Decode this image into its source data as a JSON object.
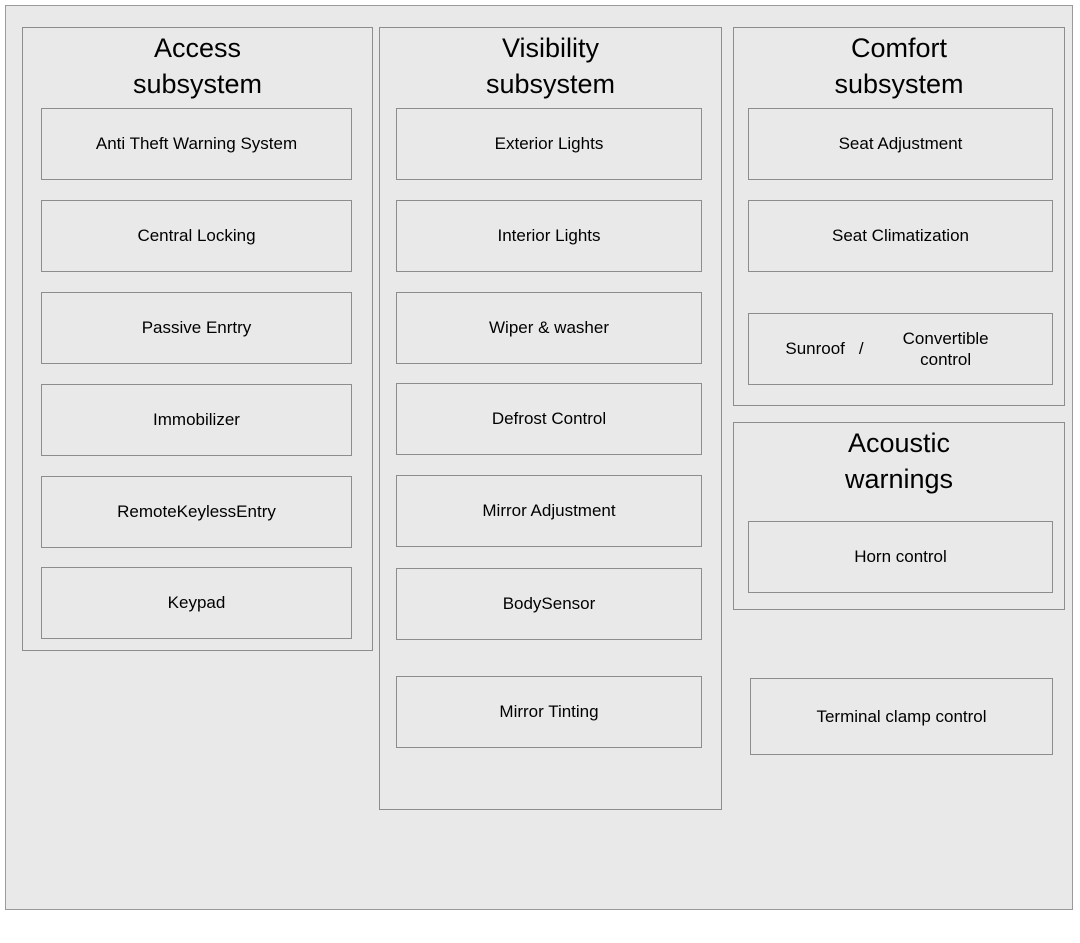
{
  "diagram": {
    "title_hidden": "",
    "columns": [
      {
        "name": "access",
        "title": "Access\nsubsystem",
        "items": [
          {
            "label": "Anti Theft Warning System"
          },
          {
            "label": "Central Locking"
          },
          {
            "label": "Passive Enrtry"
          },
          {
            "label": "Immobilizer"
          },
          {
            "label": "RemoteKeylessEntry"
          },
          {
            "label": "Keypad"
          }
        ]
      },
      {
        "name": "visibility",
        "title": "Visibility\nsubsystem",
        "items": [
          {
            "label": "Exterior Lights"
          },
          {
            "label": "Interior Lights"
          },
          {
            "label": "Wiper &  washer"
          },
          {
            "label": "Defrost Control"
          },
          {
            "label": "Mirror Adjustment"
          },
          {
            "label": "BodySensor"
          },
          {
            "label": "Mirror Tinting"
          }
        ]
      },
      {
        "name": "comfort",
        "title": "Comfort\nsubsystem",
        "items": [
          {
            "label": "Seat Adjustment"
          },
          {
            "label": "Seat Climatization"
          }
        ],
        "split_item": {
          "left": "Sunroof",
          "separator": "/",
          "right": "Convertible control"
        }
      },
      {
        "name": "acoustic",
        "title": "Acoustic\nwarnings",
        "items": [
          {
            "label": "Horn control"
          }
        ]
      }
    ],
    "standalone": [
      {
        "label": "Terminal clamp control"
      }
    ],
    "colors": {
      "background": "#e9e9e9",
      "border": "#8d8d8d",
      "outer_border": "#9a9a9a",
      "text": "#000000"
    }
  }
}
